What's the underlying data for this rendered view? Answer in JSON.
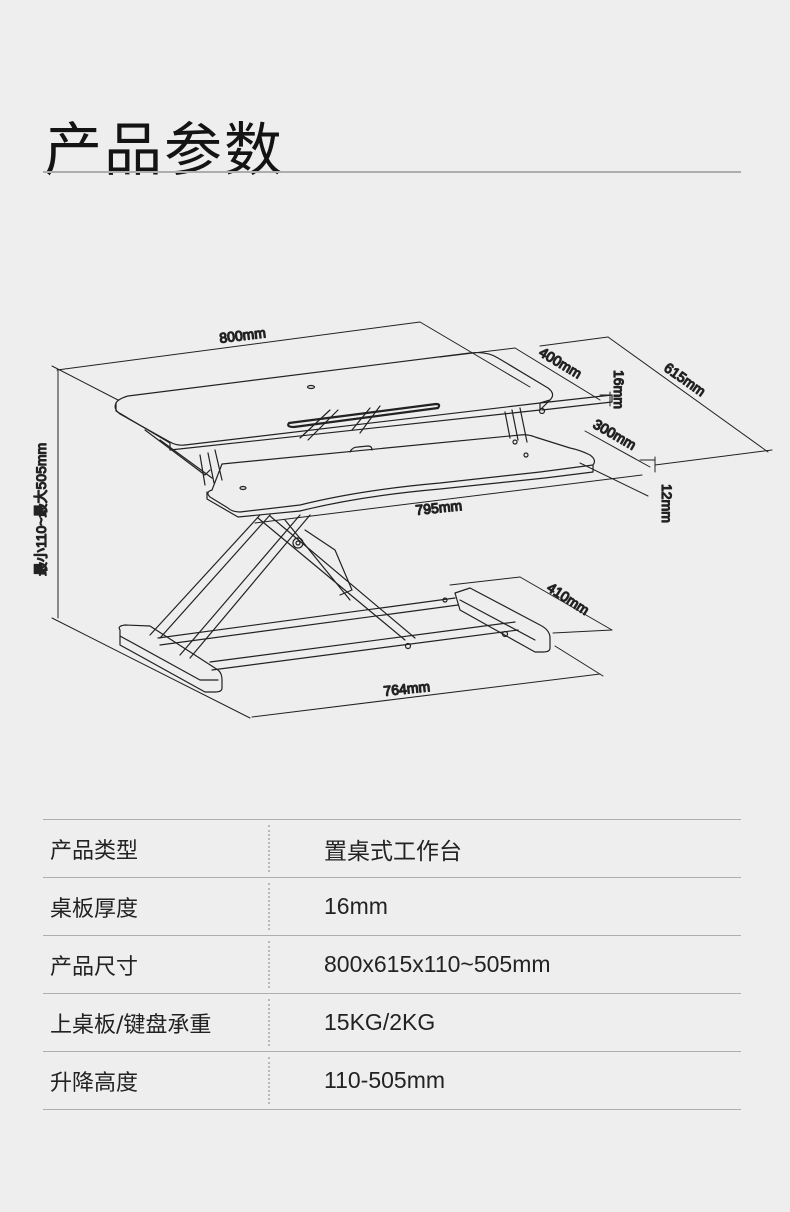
{
  "header": {
    "title": "产品参数"
  },
  "diagram": {
    "dimensions": {
      "top_width": "800mm",
      "top_depth": "400mm",
      "top_thickness": "16mm",
      "total_depth": "615mm",
      "keyboard_depth": "300mm",
      "keyboard_width": "795mm",
      "keyboard_thickness": "12mm",
      "height_range": "最小110~最大505mm",
      "base_depth": "410mm",
      "base_width": "764mm"
    }
  },
  "specs": {
    "rows": [
      {
        "label": "产品类型",
        "value": "置桌式工作台"
      },
      {
        "label": "桌板厚度",
        "value": "16mm"
      },
      {
        "label": "产品尺寸",
        "value": "800x615x110~505mm"
      },
      {
        "label": "上桌板/键盘承重",
        "value": "15KG/2KG"
      },
      {
        "label": "升降高度",
        "value": "110-505mm"
      }
    ]
  },
  "colors": {
    "background": "#eeeeee",
    "text": "#1a1a1a",
    "rule": "#adadad",
    "line": "#222222"
  }
}
